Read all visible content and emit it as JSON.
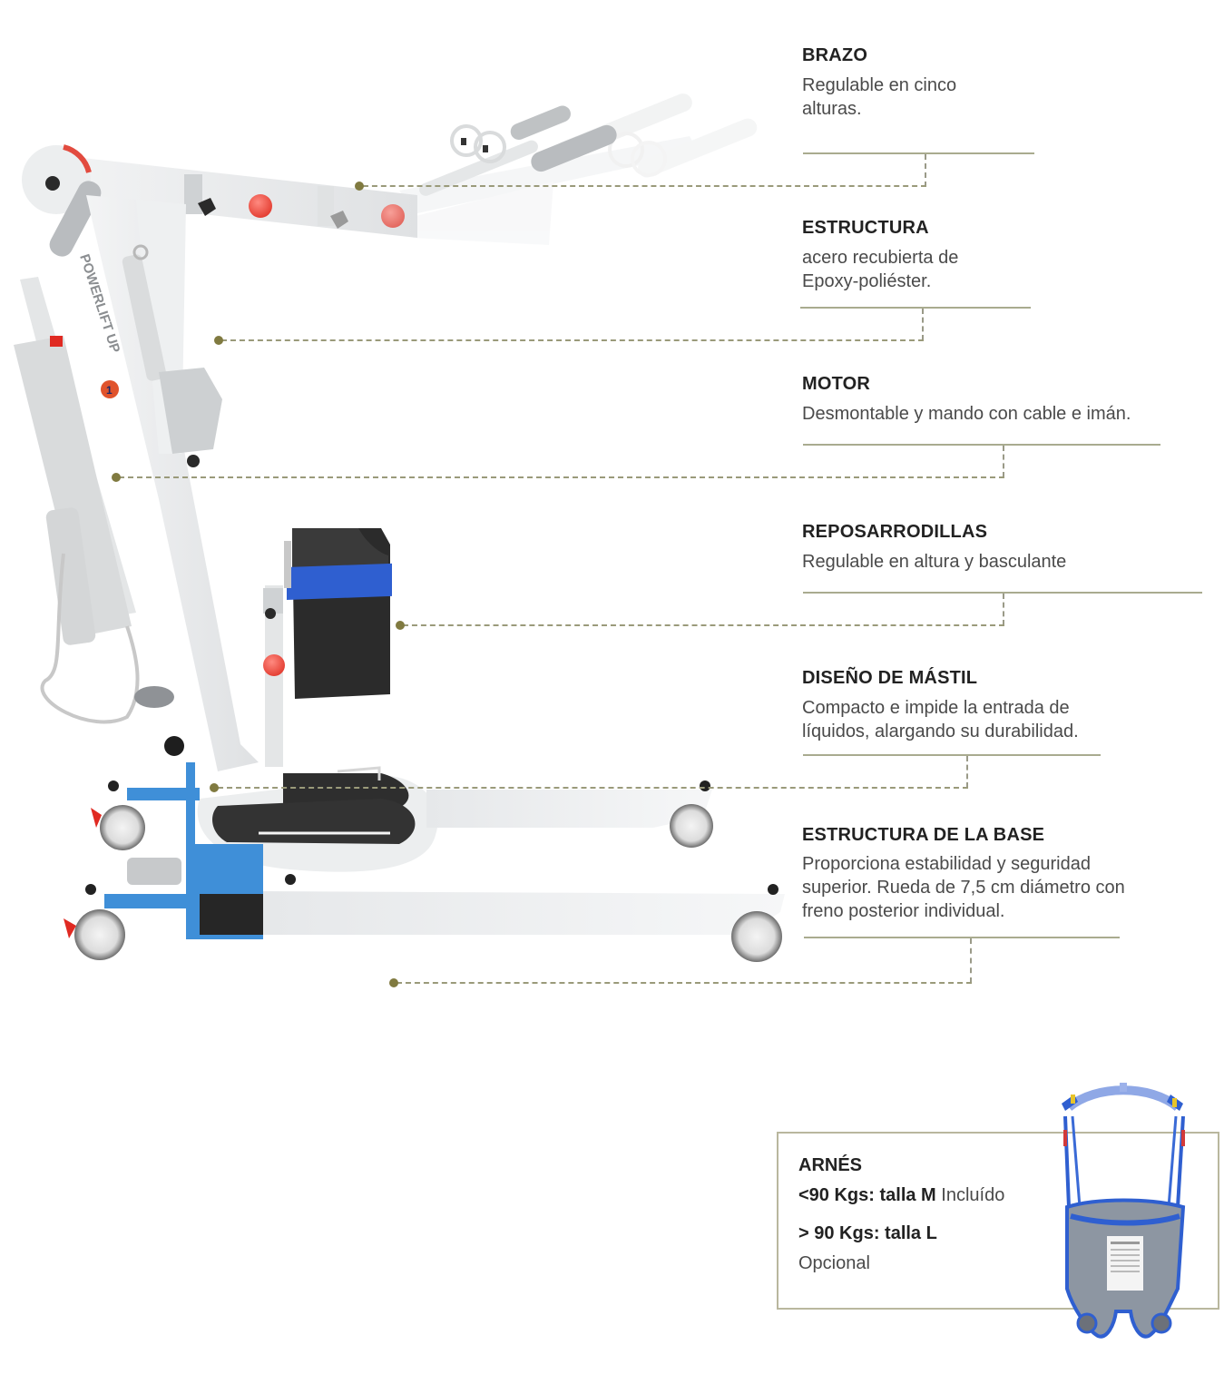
{
  "features": [
    {
      "id": "brazo",
      "title": "BRAZO",
      "description_lines": [
        "Regulable en cinco",
        "alturas."
      ]
    },
    {
      "id": "estructura",
      "title": "ESTRUCTURA",
      "description_lines": [
        "acero recubierta de",
        "Epoxy-poliéster."
      ]
    },
    {
      "id": "motor",
      "title": "MOTOR",
      "description_lines": [
        "Desmontable y mando con cable e imán."
      ]
    },
    {
      "id": "reposarrodillas",
      "title": "REPOSARRODILLAS",
      "description_lines": [
        "Regulable en altura y basculante"
      ]
    },
    {
      "id": "diseno-mastil",
      "title": "DISEÑO DE MÁSTIL",
      "description_lines": [
        "Compacto e impide la entrada de",
        "líquidos, alargando su durabilidad."
      ]
    },
    {
      "id": "estructura-base",
      "title": "ESTRUCTURA DE LA BASE",
      "description_lines": [
        "Proporciona estabilidad y seguridad",
        "superior. Rueda de 7,5 cm diámetro con",
        "freno posterior individual."
      ]
    }
  ],
  "harness": {
    "title": "ARNÉS",
    "line1_bold": "<90 Kgs: talla M",
    "line1_light": "Incluído",
    "line2_bold": "> 90 Kgs: talla L",
    "line3_light": "Opcional"
  },
  "product": {
    "mast_label": "POWERLIFT UP",
    "badge_number": "1"
  },
  "colors": {
    "accent_dot": "#807a40",
    "underline": "#a9ab8f",
    "frame_white": "#e9ebec",
    "base_blue": "#3f8fd8",
    "knob_red": "#e0332c",
    "pad_black": "#2b2b2b",
    "strap_blue": "#2f5fd0"
  }
}
